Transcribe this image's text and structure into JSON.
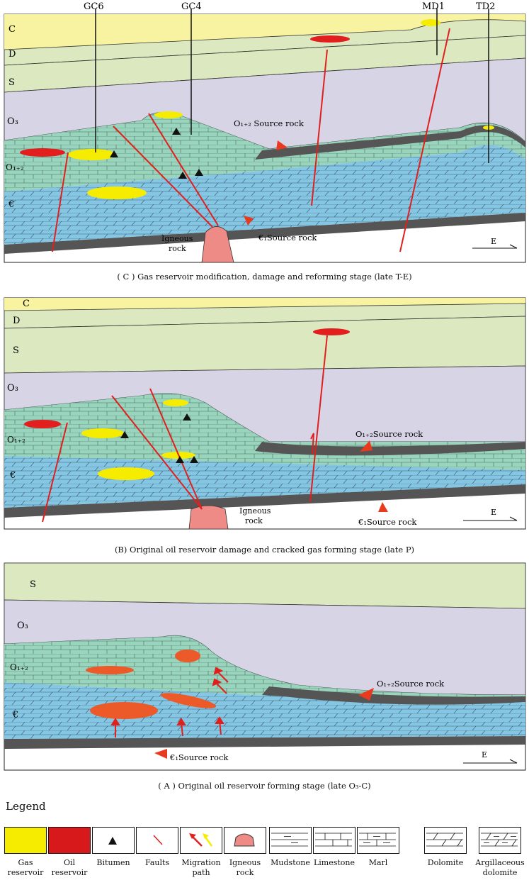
{
  "wells": [
    "GC6",
    "GC4",
    "MD1",
    "TD2"
  ],
  "panel_c": {
    "caption": "( C ) Gas reservoir modification, damage and reforming stage (late T-E)",
    "strata": [
      "C",
      "D",
      "S",
      "O₃",
      "O₁₊₂",
      "€"
    ],
    "labels": {
      "o_source": "O₁₊₂ Source rock",
      "e_source": "€₁Source rock",
      "igneous_line1": "Igneous",
      "igneous_line2": "rock",
      "compass": "E"
    }
  },
  "panel_b": {
    "caption": "(B) Original oil reservoir damage and cracked gas forming stage (late P)",
    "strata": [
      "C",
      "D",
      "S",
      "O₃",
      "O₁₊₂",
      "€"
    ],
    "labels": {
      "o_source": "O₁₊₂Source rock",
      "e_source": "€₁Source rock",
      "igneous_line1": "Igneous",
      "igneous_line2": "rock",
      "compass": "E"
    }
  },
  "panel_a": {
    "caption": "( A ) Original oil reservoir forming stage (late O₃-C)",
    "strata": [
      "S",
      "O₃",
      "O₁₊₂",
      "€"
    ],
    "labels": {
      "o_source": "O₁₊₂Source rock",
      "e_source": "€₁Source rock",
      "compass": "E"
    }
  },
  "legend": {
    "title": "Legend",
    "items": [
      {
        "label": "Gas reservoir",
        "icon": "gas-reservoir-swatch"
      },
      {
        "label": "Oil reservoir",
        "icon": "oil-reservoir-swatch"
      },
      {
        "label": "Bitumen",
        "icon": "bitumen-triangle"
      },
      {
        "label": "Faults",
        "icon": "fault-line"
      },
      {
        "label": "Migration path",
        "icon": "migration-arrows"
      },
      {
        "label": "Igneous rock",
        "icon": "igneous-dome"
      },
      {
        "label": "Mudstone",
        "icon": "mudstone-pattern"
      },
      {
        "label": "Limestone",
        "icon": "limestone-pattern"
      },
      {
        "label": "Marl",
        "icon": "marl-pattern"
      },
      {
        "label": "Dolomite",
        "icon": "dolomite-pattern"
      },
      {
        "label": "Argillaceous dolomite",
        "icon": "argillaceous-dolomite-pattern"
      }
    ]
  },
  "colors": {
    "gas": "#f5ec00",
    "oil_red": "#e21e1e",
    "oil_orange": "#ec5a2a",
    "carboniferous": "#f7f3a1",
    "devonian_silurian": "#dbe8c0",
    "ordovician_upper": "#d7d4e6",
    "ordovician_lower": "#99d4bd",
    "cambrian": "#85c7e2",
    "source_rock": "#555555",
    "igneous": "#ef8b86",
    "fault": "#e0201e"
  }
}
